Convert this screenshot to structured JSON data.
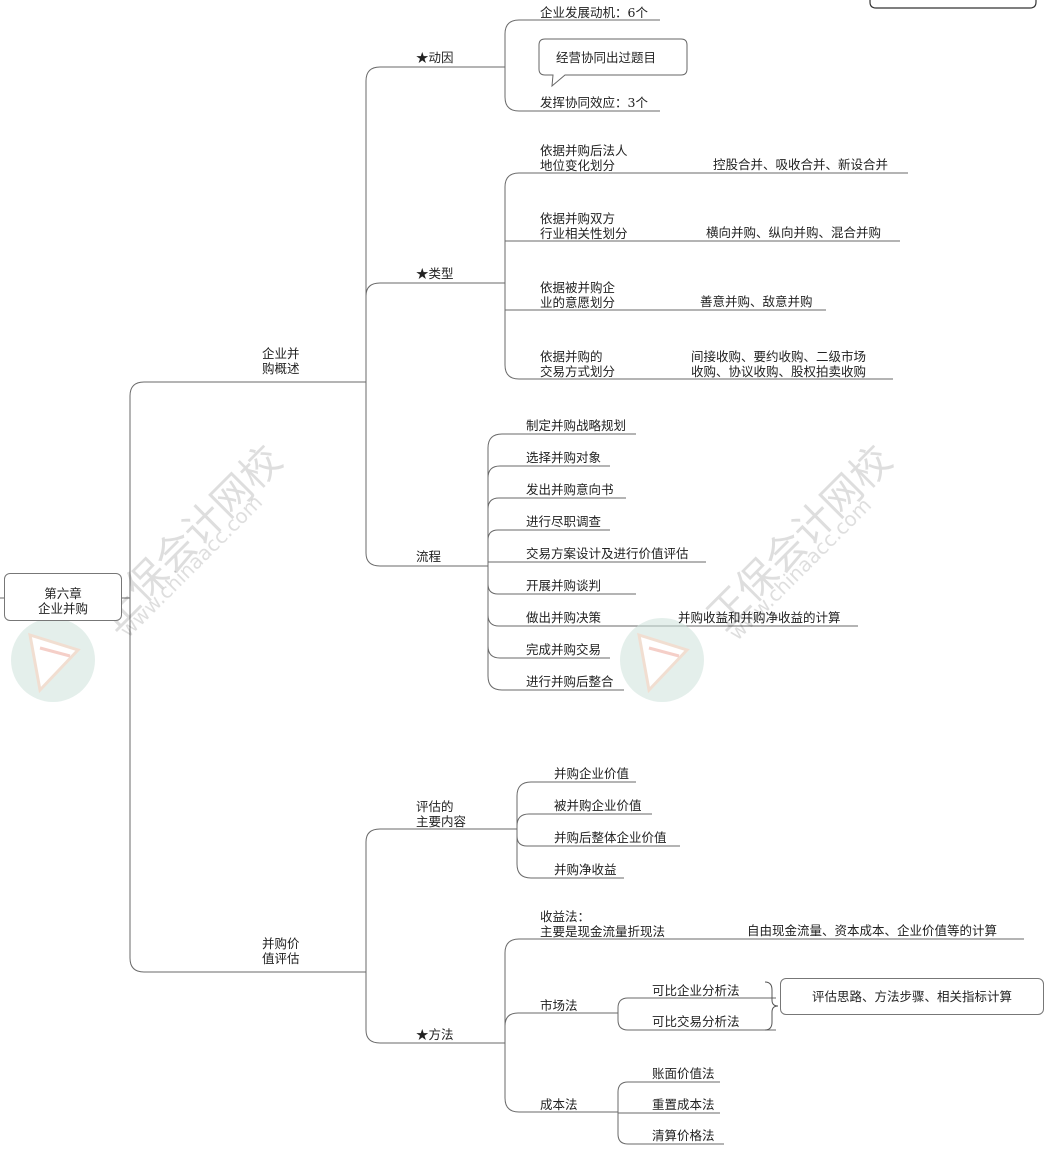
{
  "root": {
    "label": "第六章\n企业并购"
  },
  "branches": {
    "overview": {
      "label": "企业并\n购概述",
      "motive": {
        "label": "★动因",
        "items": [
          "企业发展动机：6个",
          "发挥协同效应：3个"
        ],
        "callout": "经营协同出过题目"
      },
      "types": {
        "label": "★类型",
        "items": [
          {
            "label": "依据并购后法人\n地位变化划分",
            "detail": "控股合并、吸收合并、新设合并"
          },
          {
            "label": "依据并购双方\n行业相关性划分",
            "detail": "横向并购、纵向并购、混合并购"
          },
          {
            "label": "依据被并购企\n业的意愿划分",
            "detail": "善意并购、敌意并购"
          },
          {
            "label": "依据并购的\n交易方式划分",
            "detail": "间接收购、要约收购、二级市场\n收购、协议收购、股权拍卖收购"
          }
        ]
      },
      "process": {
        "label": "流程",
        "steps": [
          "制定并购战略规划",
          "选择并购对象",
          "发出并购意向书",
          "进行尽职调查",
          "交易方案设计及进行价值评估",
          "开展并购谈判",
          "做出并购决策",
          "完成并购交易",
          "进行并购后整合"
        ],
        "decision_note": "并购收益和并购净收益的计算"
      }
    },
    "valuation": {
      "label": "并购价\n值评估",
      "content": {
        "label": "评估的\n主要内容",
        "items": [
          "并购企业价值",
          "被并购企业价值",
          "并购后整体企业价值",
          "并购净收益"
        ]
      },
      "methods": {
        "label": "★方法",
        "income": {
          "label": "收益法：\n主要是现金流量折现法",
          "detail": "自由现金流量、资本成本、企业价值等的计算"
        },
        "market": {
          "label": "市场法",
          "items": [
            "可比企业分析法",
            "可比交易分析法"
          ],
          "note": "评估思路、方法步骤、相关指标计算"
        },
        "cost": {
          "label": "成本法",
          "items": [
            "账面价值法",
            "重置成本法",
            "清算价格法"
          ]
        }
      }
    }
  },
  "watermark": {
    "brand": "正保会计网校",
    "site": "www.chinaacc.com"
  }
}
